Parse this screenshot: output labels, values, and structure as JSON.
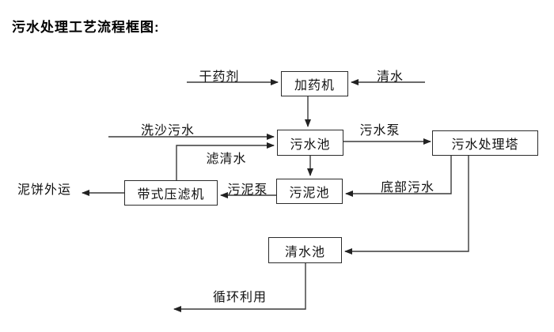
{
  "page": {
    "title": "污水处理工艺流程框图:"
  },
  "diagram": {
    "nodes": [
      {
        "id": "dosing-machine",
        "label": "加药机"
      },
      {
        "id": "sewage-pool",
        "label": "污水池"
      },
      {
        "id": "sewage-treatment-tower",
        "label": "污水处理塔"
      },
      {
        "id": "belt-filter-press",
        "label": "带式压滤机"
      },
      {
        "id": "sludge-pool",
        "label": "污泥池"
      },
      {
        "id": "clean-water-pool",
        "label": "清水池"
      }
    ],
    "edge_labels": [
      {
        "id": "dry-agent",
        "label": "干药剂"
      },
      {
        "id": "clean-water-in",
        "label": "清水"
      },
      {
        "id": "sand-washing-sewage",
        "label": "洗沙污水"
      },
      {
        "id": "filtered-water",
        "label": "滤清水"
      },
      {
        "id": "sewage-pump",
        "label": "污水泵"
      },
      {
        "id": "bottom-sewage",
        "label": "底部污水"
      },
      {
        "id": "sludge-pump",
        "label": "污泥泵"
      },
      {
        "id": "mud-cake-out",
        "label": "泥饼外运"
      },
      {
        "id": "recycle-use",
        "label": "循环利用"
      }
    ],
    "line_color": "#3a3a3a"
  }
}
